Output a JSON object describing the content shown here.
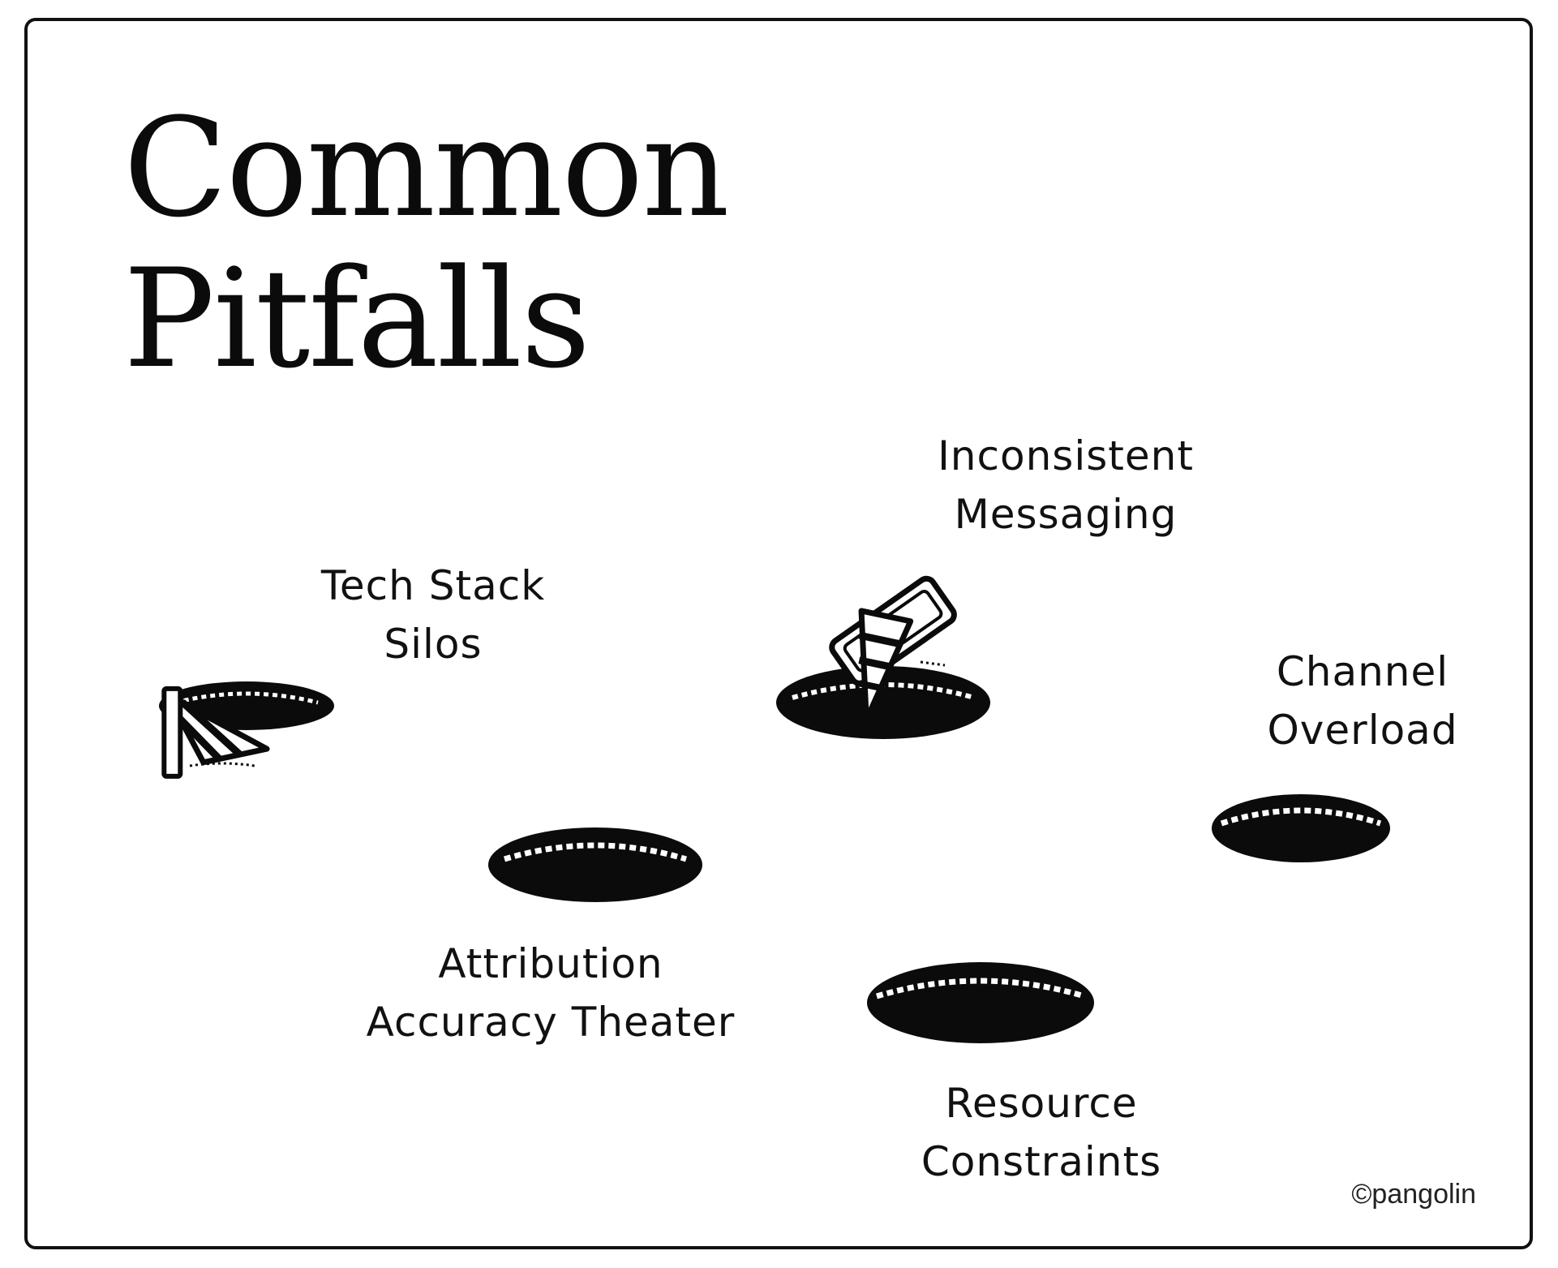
{
  "title": {
    "line1": "Common",
    "line2": "Pitfalls"
  },
  "pitfalls": [
    {
      "line1": "Tech Stack",
      "line2": "Silos"
    },
    {
      "line1": "Inconsistent",
      "line2": "Messaging"
    },
    {
      "line1": "Channel",
      "line2": "Overload"
    },
    {
      "line1": "Attribution",
      "line2": "Accuracy Theater"
    },
    {
      "line1": "Resource",
      "line2": "Constraints"
    }
  ],
  "copyright": "©pangolin",
  "colors": {
    "ink": "#0b0b0b",
    "background": "#ffffff"
  }
}
